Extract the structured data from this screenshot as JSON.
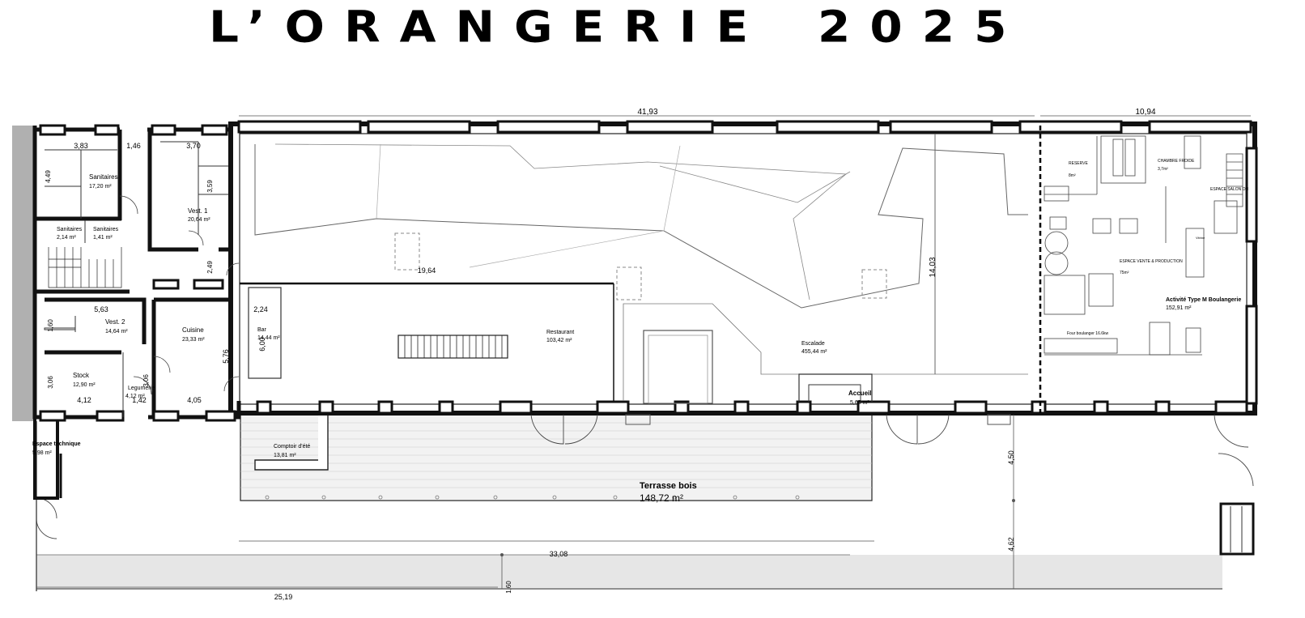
{
  "title": {
    "left": "L’ORANGERIE",
    "right": "2025"
  },
  "dimensions": {
    "top_main": "41,93",
    "top_right": "10,94",
    "sani_w": "3,83",
    "corr_w": "1,46",
    "vest1_w": "3,70",
    "vest1_h": "3,59",
    "corr_h": "2,49",
    "left_h": "4,49",
    "vest2_w": "5,63",
    "vest2_h": "1,60",
    "stock_h": "3,06",
    "stock_w": "4,12",
    "leg_w": "1,42",
    "leg_h": "3,06",
    "cuis_w": "4,05",
    "cuis_h": "5,76",
    "bar_w": "2,24",
    "bar_h": "6,00",
    "inner": "19,64",
    "depth": "14,03",
    "ter_h1": "4,50",
    "ter_h2": "4,62",
    "bottom1": "33,08",
    "bottom2": "25,19",
    "gap": "1,60"
  },
  "rooms": {
    "sanitaires": {
      "name": "Sanitaires",
      "area": "17,20 m²"
    },
    "sani_small1": {
      "name": "Sanitaires",
      "area": "2,14 m²"
    },
    "sani_small2": {
      "name": "Sanitaires",
      "area": "1,41 m²"
    },
    "vest1": {
      "name": "Vest. 1",
      "area": "20,64 m²"
    },
    "vest2": {
      "name": "Vest. 2",
      "area": "14,64 m²"
    },
    "cuisine": {
      "name": "Cuisine",
      "area": "23,33 m²"
    },
    "stock": {
      "name": "Stock",
      "area": "12,90 m²"
    },
    "legumerie": {
      "name": "Legumerie",
      "area": "4,12 m²"
    },
    "bar": {
      "name": "Bar",
      "area": "14,44 m²"
    },
    "restaurant": {
      "name": "Restaurant",
      "area": "103,42 m²"
    },
    "escalade": {
      "name": "Escalade",
      "area": "455,44 m²"
    },
    "accueil": {
      "name": "Accueil",
      "area": "5,65 m²"
    },
    "technique": {
      "name": "Espace technique",
      "area": "5,98 m²"
    },
    "comptoir": {
      "name": "Comptoir d'été",
      "area": "13,81 m²"
    },
    "terrasse": {
      "name": "Terrasse bois",
      "area": "148,72 m²"
    },
    "boulangerie": {
      "name": "Activité Type M Boulangerie",
      "area": "152,91 m²"
    },
    "reserve": {
      "name": "RESERVE",
      "area": "8m²"
    },
    "chambre": {
      "name": "CHAMBRE FROIDE",
      "area": "3,7m²"
    },
    "vente": {
      "name": "ESPACE VENTE & PRODUCTION",
      "area": "75m²"
    },
    "espace_salon": {
      "name": "ESPACE SALON OH"
    },
    "four": {
      "name": "Four boulanger 16.6kw"
    },
    "vitrine": {
      "name": "Vitrine"
    }
  }
}
